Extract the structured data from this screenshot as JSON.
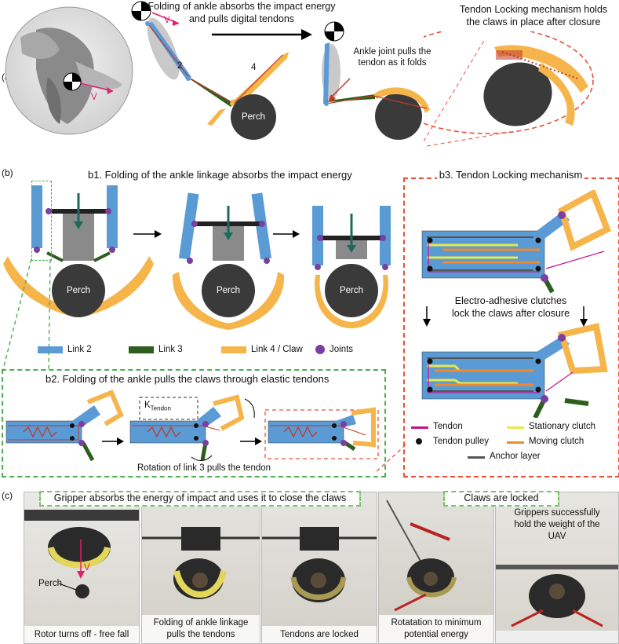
{
  "panel_a": {
    "letter": "(a)",
    "v_label": "V",
    "fold_caption_line1": "Folding of ankle absorbs the impact energy",
    "fold_caption_line2": "and pulls digital tendons",
    "num_2": "2",
    "num_4": "4",
    "perch": "Perch",
    "ankle_caption_line1": "Ankle joint pulls the",
    "ankle_caption_line2": "tendon as it folds",
    "lock_caption_line1": "Tendon Locking mechanism holds",
    "lock_caption_line2": "the claws in place after closure"
  },
  "panel_b": {
    "letter": "(b)",
    "b1_title": "b1. Folding of the ankle linkage absorbs the impact energy",
    "perch": "Perch",
    "legend": [
      {
        "label": "Link 2",
        "color": "#5b9bd5"
      },
      {
        "label": "Link 3",
        "color": "#2e5e1e"
      },
      {
        "label": "Link 4 / Claw",
        "color": "#f5b54a"
      },
      {
        "label": "Joints",
        "color": "#7a3fa0"
      }
    ],
    "b2_title": "b2. Folding of the ankle pulls the claws through elastic tendons",
    "k_main": "K",
    "k_sub": "Tendon",
    "b2_rotation": "Rotation of link 3 pulls the tendon",
    "b3_title": "b3. Tendon Locking mechanism",
    "b3_mid_line1": "Electro-adhesive clutches",
    "b3_mid_line2": "lock the claws after closure",
    "b3_legend": [
      {
        "label": "Tendon",
        "color": "#c2138e"
      },
      {
        "label": "Stationary clutch",
        "color": "#e8e84a"
      },
      {
        "label": "Tendon pulley",
        "color": "#111111"
      },
      {
        "label": "Moving clutch",
        "color": "#f08a2a"
      },
      {
        "label": "Anchor layer",
        "color": "#555555"
      }
    ]
  },
  "panel_c": {
    "letter": "(c)",
    "banner_left": "Gripper absorbs the energy of impact and uses it to close the claws",
    "banner_right": "Claws are locked",
    "v_label": "V",
    "perch": "Perch",
    "photo5_text_line1": "Grippers successfully",
    "photo5_text_line2": "hold the weight of the",
    "photo5_text_line3": "UAV",
    "captions": [
      "Rotor turns off - free fall",
      "Folding of ankle linkage",
      "pulls the tendons",
      "Tendons are locked",
      "Rotatation to minimum",
      "potential energy"
    ]
  }
}
